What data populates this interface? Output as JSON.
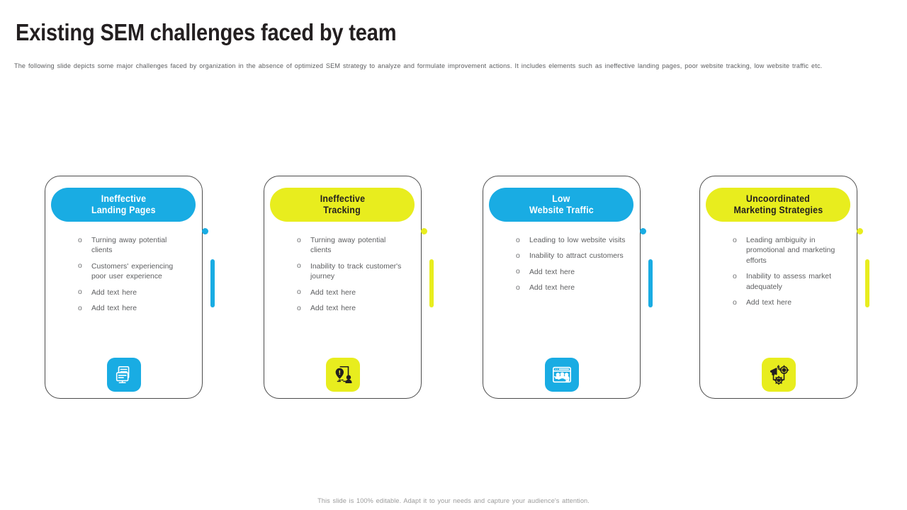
{
  "slide": {
    "title": "Existing SEM challenges faced by team",
    "subtitle": "The following slide depicts some major challenges faced by organization in the absence of optimized SEM strategy to analyze and formulate improvement actions. It includes elements such as ineffective landing pages, poor website tracking, low website traffic etc.",
    "footer": "This slide is 100% editable. Adapt it to your needs and capture your audience's attention."
  },
  "theme": {
    "blue": "#19ace3",
    "yellow": "#e8ed1e",
    "title_color": "#231f20",
    "body_text_color": "#5d5e60",
    "footer_color": "#9b9b9b",
    "outline_color": "#4b4b4b",
    "background": "#ffffff"
  },
  "cards": [
    {
      "badge_line1": "Ineffective",
      "badge_line2": "Landing Pages",
      "color": "blue",
      "icon": "document-monitor-icon",
      "bullets": [
        "Turning away potential clients",
        "Customers' experiencing poor user experience",
        "Add text here",
        "Add text here"
      ]
    },
    {
      "badge_line1": "Ineffective",
      "badge_line2": "Tracking",
      "color": "yellow",
      "icon": "location-pin-user-icon",
      "bullets": [
        "Turning away potential clients",
        "Inability to track customer's journey",
        "Add text here",
        "Add text here"
      ]
    },
    {
      "badge_line1": "Low",
      "badge_line2": "Website Traffic",
      "color": "blue",
      "icon": "browser-traffic-down-icon",
      "bullets": [
        "Leading to low website visits",
        "Inability to attract customers",
        "Add text here",
        "Add text here"
      ]
    },
    {
      "badge_line1": "Uncoordinated",
      "badge_line2": "Marketing Strategies",
      "color": "yellow",
      "icon": "megaphone-target-gear-icon",
      "bullets": [
        "Leading ambiguity in promotional and marketing efforts",
        "Inability to assess market adequately",
        "Add text here"
      ]
    }
  ]
}
